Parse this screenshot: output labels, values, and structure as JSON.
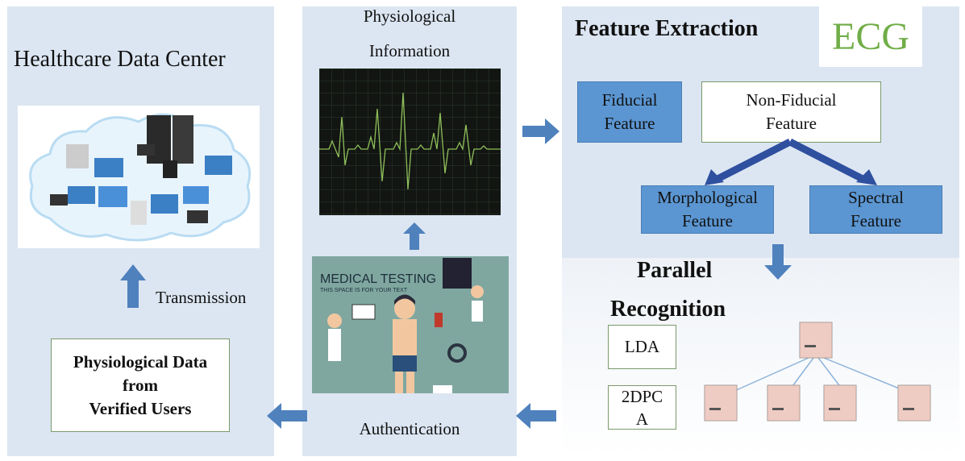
{
  "left_panel": {
    "title": "Healthcare Data Center",
    "transmission_label": "Transmission",
    "verified_box": [
      "Physiological Data",
      "from",
      "Verified Users"
    ]
  },
  "middle_panel": {
    "physio_label_line1": "Physiological",
    "physio_label_line2": "Information",
    "medical_title": "MEDICAL TESTING",
    "medical_subtitle": "THIS SPACE IS FOR YOUR TEXT",
    "authentication_label": "Authentication"
  },
  "right_panel": {
    "feature_title": "Feature Extraction",
    "ecg_label": "ECG",
    "fiducial": [
      "Fiducial",
      "Feature"
    ],
    "non_fiducial": [
      "Non-Fiducial",
      "Feature"
    ],
    "morphological": [
      "Morphological",
      "Feature"
    ],
    "spectral": [
      "Spectral",
      "Feature"
    ],
    "parallel_line1": "Parallel",
    "parallel_line2": "Recognition",
    "lda": "LDA",
    "pca_line1": "2DPC",
    "pca_line2": "A"
  },
  "colors": {
    "panel_bg": "#dce6f2",
    "blue_box": "#5b96d2",
    "arrow_blue": "#4f81bd",
    "ecg_green": "#70ad47",
    "tree_arrow": "#2f4f9f"
  }
}
